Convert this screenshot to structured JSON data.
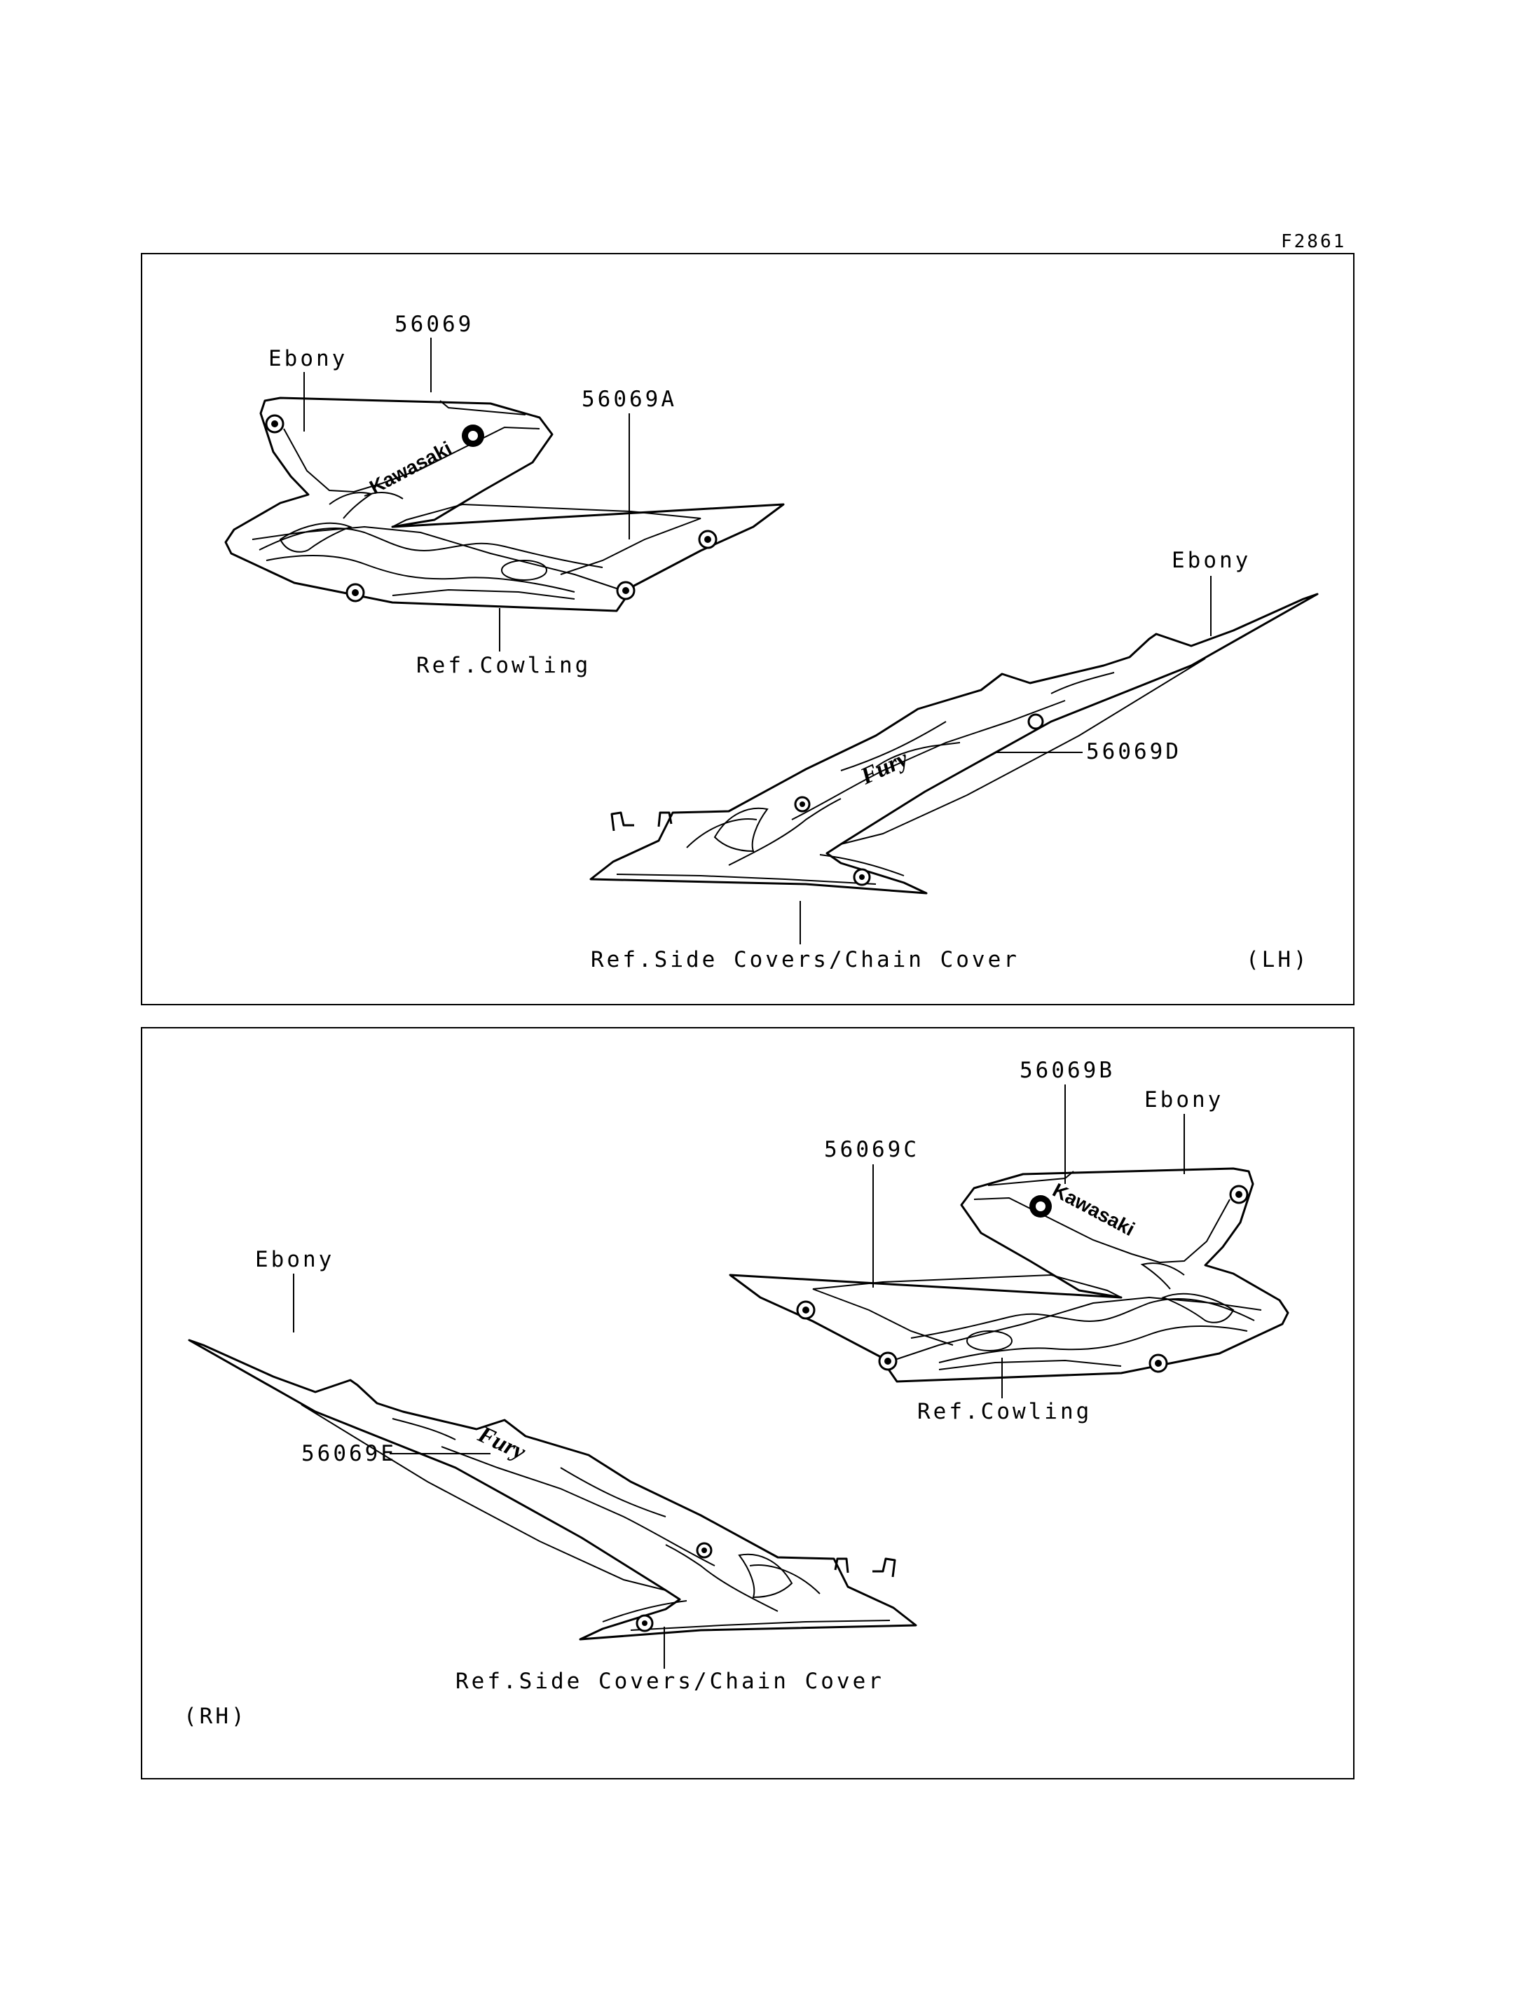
{
  "figure_id": "F2861",
  "panels": {
    "lh": {
      "side": "(LH)",
      "labels": {
        "part_56069": "56069",
        "part_56069A": "56069A",
        "part_56069D": "56069D",
        "ebony_cowling": "Ebony",
        "ebony_cover": "Ebony",
        "ref_cowling": "Ref.Cowling",
        "ref_side_covers": "Ref.Side Covers/Chain Cover"
      },
      "logo_text": "Kawasaki"
    },
    "rh": {
      "side": "(RH)",
      "labels": {
        "part_56069B": "56069B",
        "part_56069C": "56069C",
        "part_56069E": "56069E",
        "ebony_cowling": "Ebony",
        "ebony_cover": "Ebony",
        "ref_cowling": "Ref.Cowling",
        "ref_side_covers": "Ref.Side Covers/Chain Cover"
      },
      "logo_text": "Kawasaki"
    }
  }
}
